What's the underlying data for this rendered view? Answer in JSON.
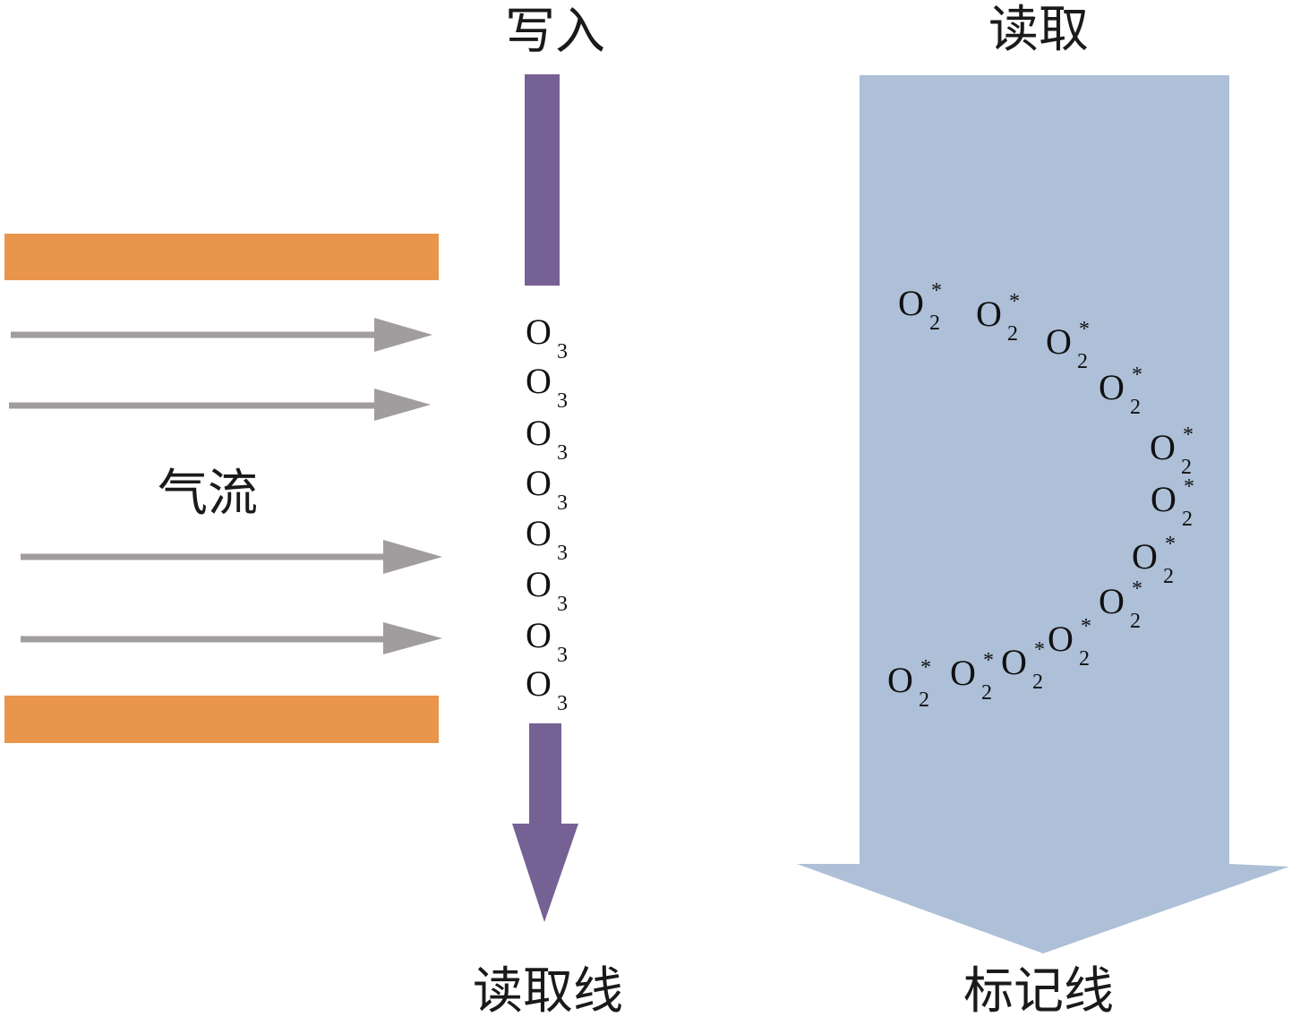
{
  "labels": {
    "write": "写入",
    "read": "读取",
    "airflow": "气流",
    "read_line": "读取线",
    "marker_line": "标记线"
  },
  "ozone": {
    "base": "O",
    "sub": "3",
    "count": 8
  },
  "excited_oxygen": {
    "base": "O",
    "sub": "2",
    "sup": "*",
    "count": 12
  },
  "colors": {
    "orange_bar": "#ea954c",
    "airflow_arrow": "#a19c9d",
    "write_beam": "#766194",
    "read_beam": "#adc0d8",
    "text": "#1a1a1a"
  }
}
